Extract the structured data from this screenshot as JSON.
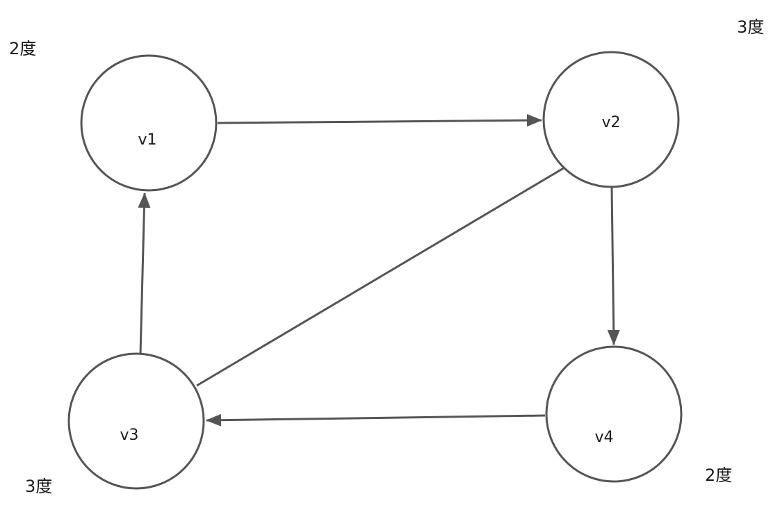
{
  "colors": {
    "stroke": "#555555",
    "text": "#1a1a1a",
    "background": "#ffffff"
  },
  "nodes": [
    {
      "id": "v1",
      "label": "v1",
      "degree": "2度"
    },
    {
      "id": "v2",
      "label": "v2",
      "degree": "3度"
    },
    {
      "id": "v3",
      "label": "v3",
      "degree": "3度"
    },
    {
      "id": "v4",
      "label": "v4",
      "degree": "2度"
    }
  ],
  "edges": [
    {
      "from": "v1",
      "to": "v2"
    },
    {
      "from": "v2",
      "to": "v4"
    },
    {
      "from": "v4",
      "to": "v3"
    },
    {
      "from": "v3",
      "to": "v1"
    },
    {
      "from": "v3",
      "to": "v2"
    }
  ]
}
